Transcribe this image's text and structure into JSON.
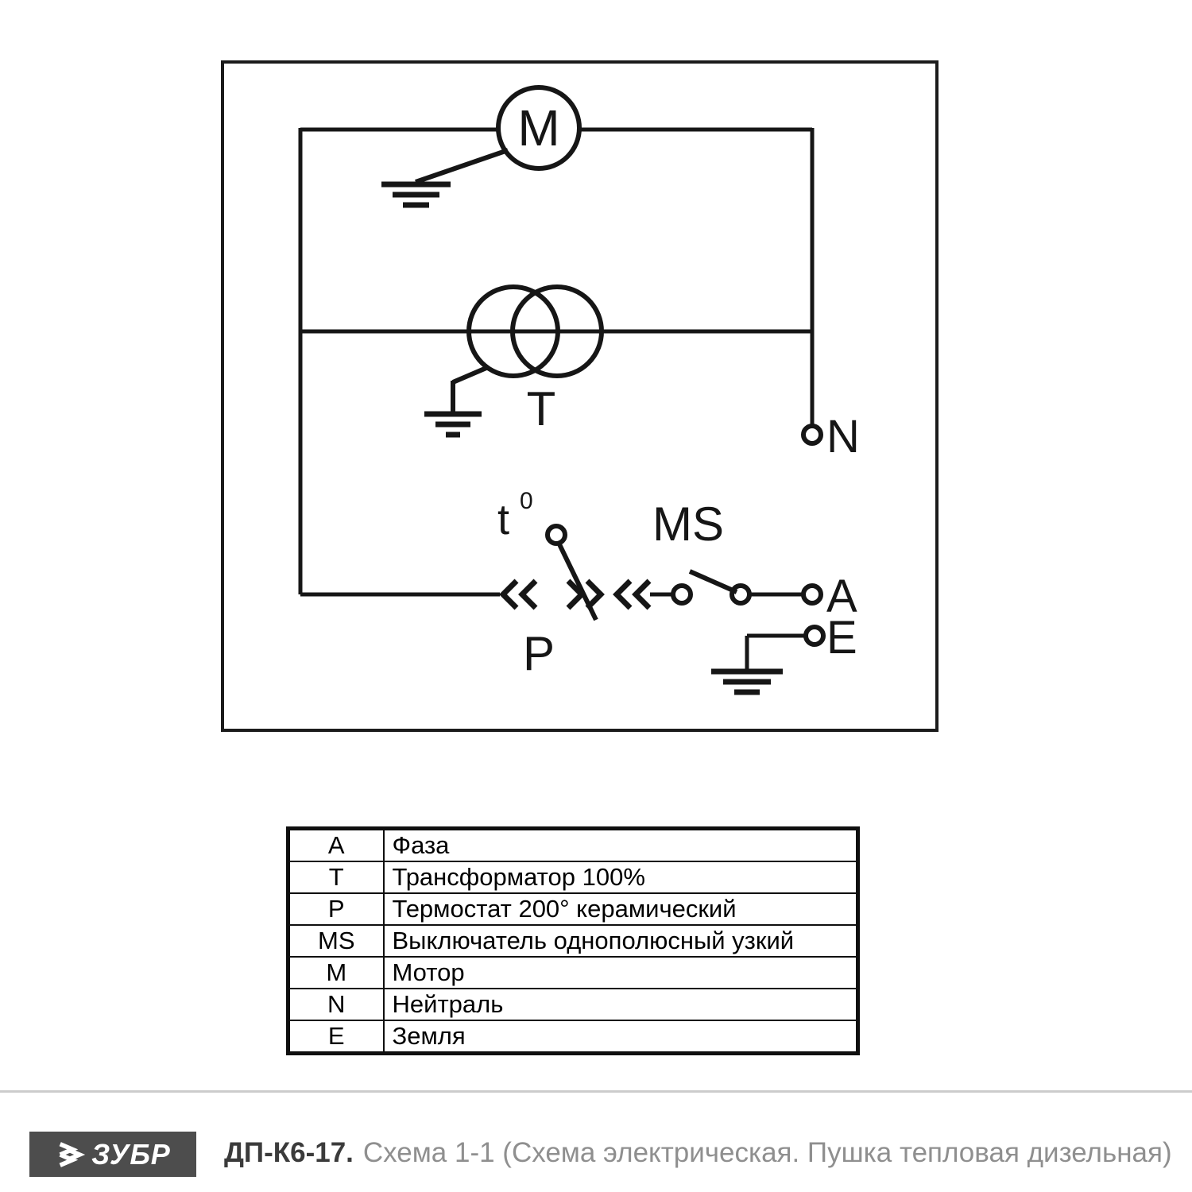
{
  "diagram": {
    "labels": {
      "motor": "M",
      "transformer": "T",
      "thermostat": "t",
      "thermostat_sup": "0",
      "thermostat_name": "P",
      "switch": "MS",
      "neutral": "N",
      "phase": "A",
      "earth": "E"
    },
    "colors": {
      "line": "#161616",
      "border": "#1b1b1b"
    }
  },
  "legend": {
    "rows": [
      {
        "symbol": "A",
        "description": "Фаза"
      },
      {
        "symbol": "T",
        "description": "Трансформатор 100%"
      },
      {
        "symbol": "P",
        "description": "Термостат 200° керамический"
      },
      {
        "symbol": "MS",
        "description": "Выключатель однополюсный узкий"
      },
      {
        "symbol": "M",
        "description": "Мотор"
      },
      {
        "symbol": "N",
        "description": "Нейтраль"
      },
      {
        "symbol": "E",
        "description": "Земля"
      }
    ]
  },
  "footer": {
    "brand": "ЗУБР",
    "model": "ДП-К6-17.",
    "caption": "Схема 1-1 (Схема электрическая. Пушка тепловая дизельная)"
  }
}
